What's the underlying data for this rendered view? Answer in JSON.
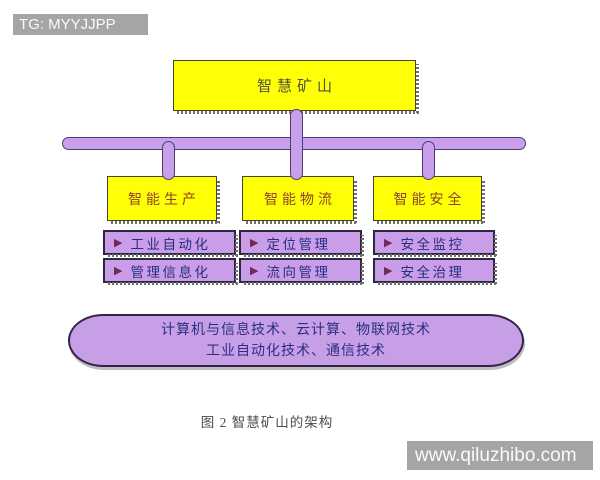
{
  "watermarks": {
    "top_left": "TG: MYYJJPP",
    "bottom_right": "www.qiluzhibo.com"
  },
  "diagram": {
    "root": {
      "label": "智慧矿山"
    },
    "branches": [
      {
        "label": "智能生产",
        "items": [
          "工业自动化",
          "管理信息化"
        ]
      },
      {
        "label": "智能物流",
        "items": [
          "定位管理",
          "流向管理"
        ]
      },
      {
        "label": "智能安全",
        "items": [
          "安全监控",
          "安全治理"
        ]
      }
    ],
    "foundation": {
      "line1": "计算机与信息技术、云计算、物联网技术",
      "line2": "工业自动化技术、通信技术"
    },
    "caption": "图 2  智慧矿山的架构",
    "bullet_icon": "▶"
  },
  "colors": {
    "box_yellow": "#ffff05",
    "connector_purple": "#c7a0e9",
    "item_purple": "#ca9de9",
    "foundation_purple": "#c79fe7",
    "root_text": "#4f4f42",
    "branch_text": "#8d432c",
    "item_text": "#272d85",
    "bullet": "#6f2a58",
    "foundation_text": "#2b2f80",
    "watermark_bg": "#a5a5a5"
  }
}
